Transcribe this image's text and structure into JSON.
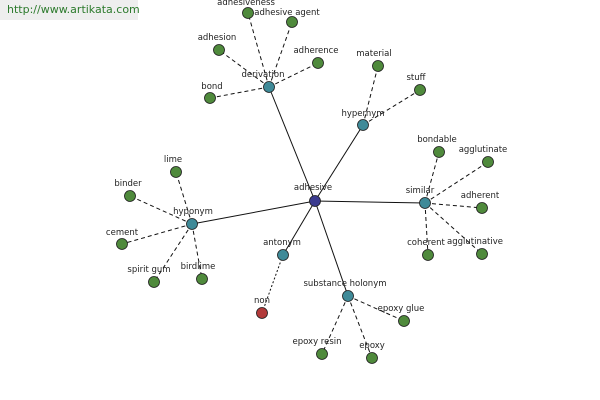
{
  "header": {
    "url": "http://www.artikata.com"
  },
  "colors": {
    "center": "#3b3b8f",
    "relation": "#3f8a98",
    "leaf": "#4f8a3c",
    "negative": "#b23a3a"
  },
  "graph": {
    "center": {
      "label": "adhesive"
    },
    "relations": [
      {
        "label": "derivation",
        "style": "solid",
        "leaves": [
          "adhesiveness",
          "adhesive agent",
          "adhesion",
          "adherence",
          "bond"
        ]
      },
      {
        "label": "hypernym",
        "style": "solid",
        "leaves": [
          "material",
          "stuff"
        ]
      },
      {
        "label": "similar",
        "style": "solid",
        "leaves": [
          "bondable",
          "agglutinate",
          "adherent",
          "coherent",
          "agglutinative"
        ]
      },
      {
        "label": "hyponym",
        "style": "solid",
        "leaves": [
          "lime",
          "binder",
          "cement",
          "spirit gum",
          "birdlime"
        ]
      },
      {
        "label": "antonym",
        "style": "dotted",
        "leaves": [
          "non"
        ]
      },
      {
        "label": "substance holonym",
        "style": "solid",
        "leaves": [
          "epoxy glue",
          "epoxy resin",
          "epoxy"
        ]
      }
    ]
  }
}
